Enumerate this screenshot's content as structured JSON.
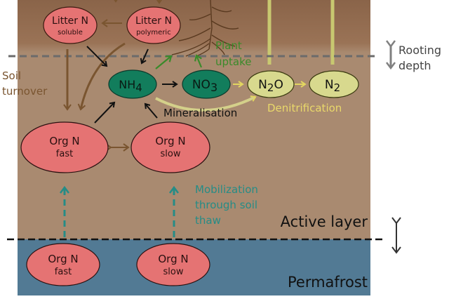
{
  "colors": {
    "soil_top": "#8f6a4f",
    "soil_active": "#a98a70",
    "permafrost": "#527a94",
    "org_pool": "#e57373",
    "nh4_no3": "#127d5c",
    "n_gas": "#d8d98e",
    "plant_green": "#3a8a2a",
    "teal": "#268c86",
    "brown_arrow": "#7a5530",
    "denitrification_text": "#e9d86a",
    "rooting_gray": "#808080"
  },
  "pools": {
    "litter_soluble": {
      "title": "Litter N",
      "sub": "soluble"
    },
    "litter_polymeric": {
      "title": "Litter N",
      "sub": "polymeric"
    },
    "nh4": {
      "title": "NH",
      "sub": "4"
    },
    "no3": {
      "title": "NO",
      "sub": "3"
    },
    "n2o": {
      "pre": "N",
      "sub": "2",
      "post": "O"
    },
    "n2": {
      "pre": "N",
      "sub": "2"
    },
    "org_fast": {
      "title": "Org N",
      "sub": "fast"
    },
    "org_slow": {
      "title": "Org N",
      "sub": "slow"
    },
    "perma_fast": {
      "title": "Org N",
      "sub": "fast"
    },
    "perma_slow": {
      "title": "Org N",
      "sub": "slow"
    }
  },
  "labels": {
    "plant_uptake": [
      "Plant",
      "uptake"
    ],
    "soil_turnover": [
      "Soil",
      "turnover"
    ],
    "mineralisation": "Mineralisation",
    "denitrification": "Denitrification",
    "mobilization": [
      "Mobilization",
      "through soil",
      "thaw"
    ],
    "active_layer": "Active layer",
    "permafrost": "Permafrost",
    "rooting_depth": [
      "Rooting",
      "depth"
    ]
  }
}
